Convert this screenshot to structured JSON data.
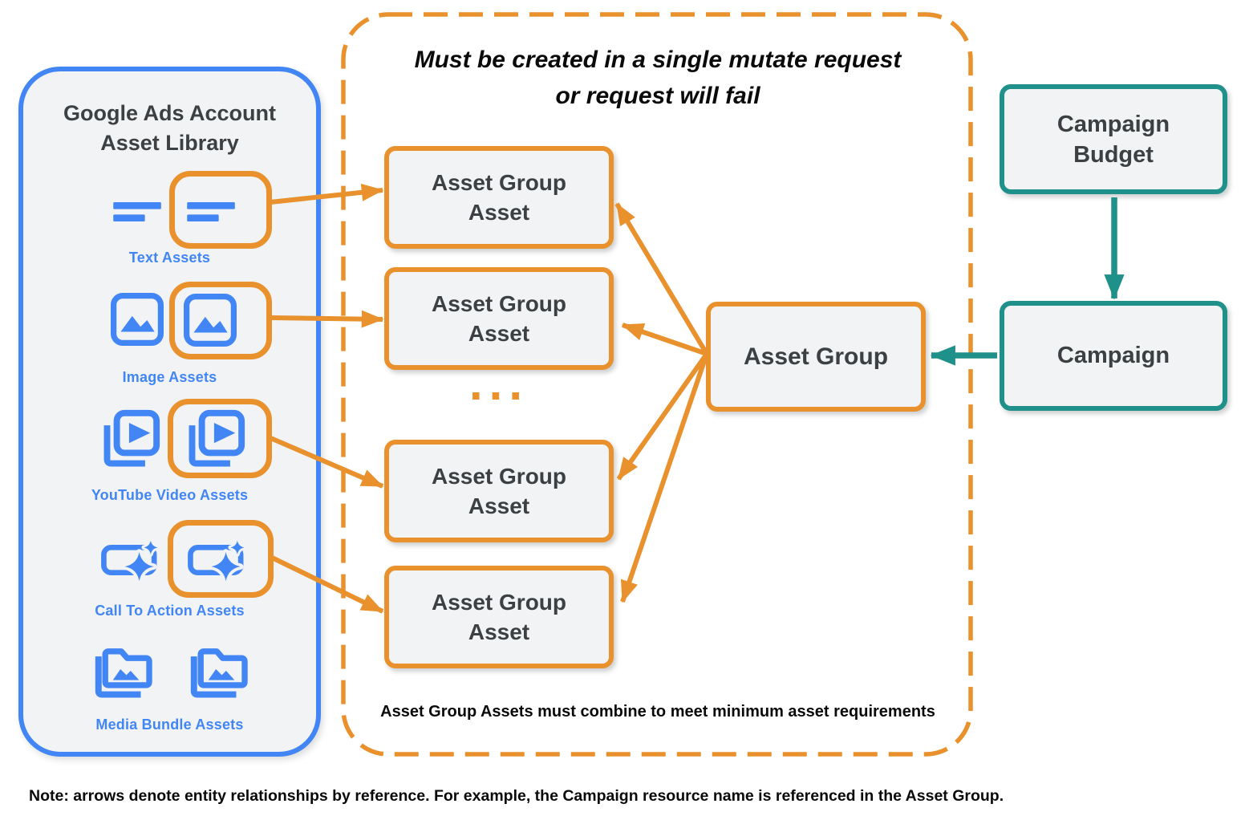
{
  "palette": {
    "blue": "#4285F4",
    "orange": "#E8912D",
    "teal": "#20908A",
    "box_fill": "#F1F3F4",
    "text_dark": "#3C4043"
  },
  "asset_library": {
    "title_line1": "Google Ads Account",
    "title_line2": "Asset Library",
    "items": [
      {
        "label": "Text Assets",
        "icon": "text-lines-icon",
        "highlighted": true
      },
      {
        "label": "Image Assets",
        "icon": "image-icon",
        "highlighted": true
      },
      {
        "label": "YouTube Video  Assets",
        "icon": "youtube-video-icon",
        "highlighted": true
      },
      {
        "label": "Call To Action Assets",
        "icon": "call-to-action-sparkle-icon",
        "highlighted": true
      },
      {
        "label": "Media Bundle  Assets",
        "icon": "media-bundle-folder-icon",
        "highlighted": false
      }
    ]
  },
  "mutate_box": {
    "title_line1": "Must be created in a single mutate request",
    "title_line2": "or request will fail",
    "boxes": [
      {
        "label": "Asset Group Asset"
      },
      {
        "label": "Asset Group Asset"
      },
      {
        "label": "Asset Group Asset"
      },
      {
        "label": "Asset Group Asset"
      }
    ],
    "ellipsis": "...",
    "footer": "Asset Group Assets must combine to meet minimum asset requirements"
  },
  "entities": {
    "asset_group": {
      "label": "Asset Group"
    },
    "campaign_budget": {
      "label": "Campaign Budget"
    },
    "campaign": {
      "label": "Campaign"
    }
  },
  "note": "Note: arrows denote entity relationships by reference. For example, the Campaign resource name is referenced in the Asset Group."
}
